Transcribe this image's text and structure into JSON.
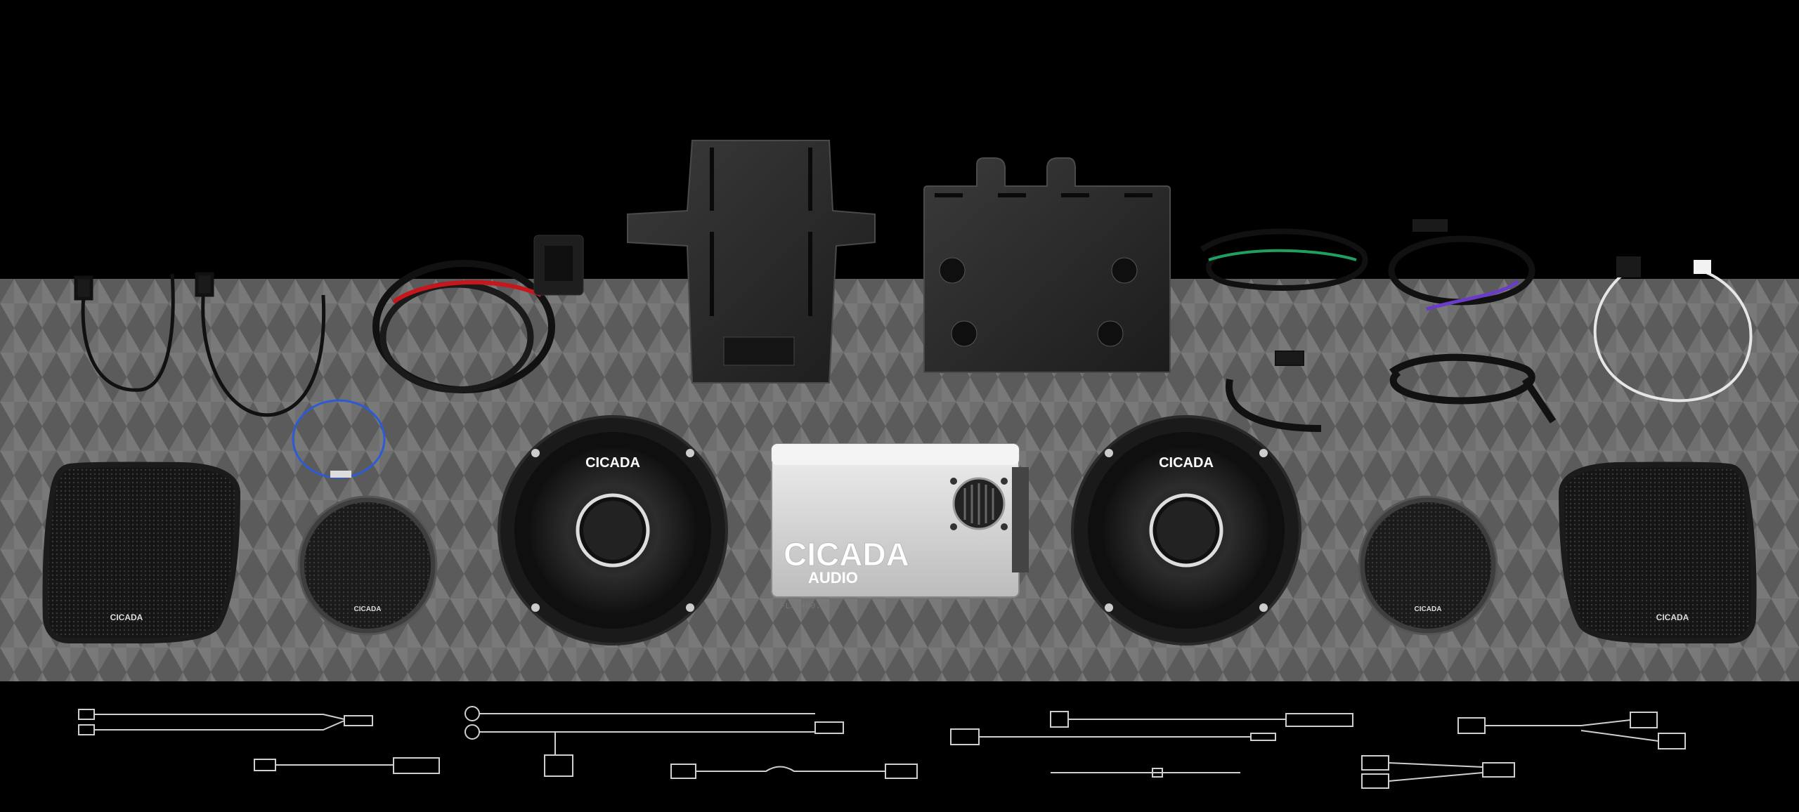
{
  "product": {
    "brand": "CICADA",
    "sub_brand": "AUDIO",
    "amp_model": "FLX1400.4P"
  },
  "colors": {
    "background": "#000000",
    "band": "#6f6f6f",
    "metal_dark": "#2a2a2a",
    "amp_silver": "#d6d6d6",
    "wire_red": "#c8161d",
    "wire_blue": "#2d5bd6",
    "wire_green": "#1fa060",
    "wire_purple": "#6b3cc7"
  },
  "icons": [
    "speaker-icon",
    "amplifier-icon",
    "bracket-icon",
    "harness-icon",
    "grille-icon"
  ]
}
